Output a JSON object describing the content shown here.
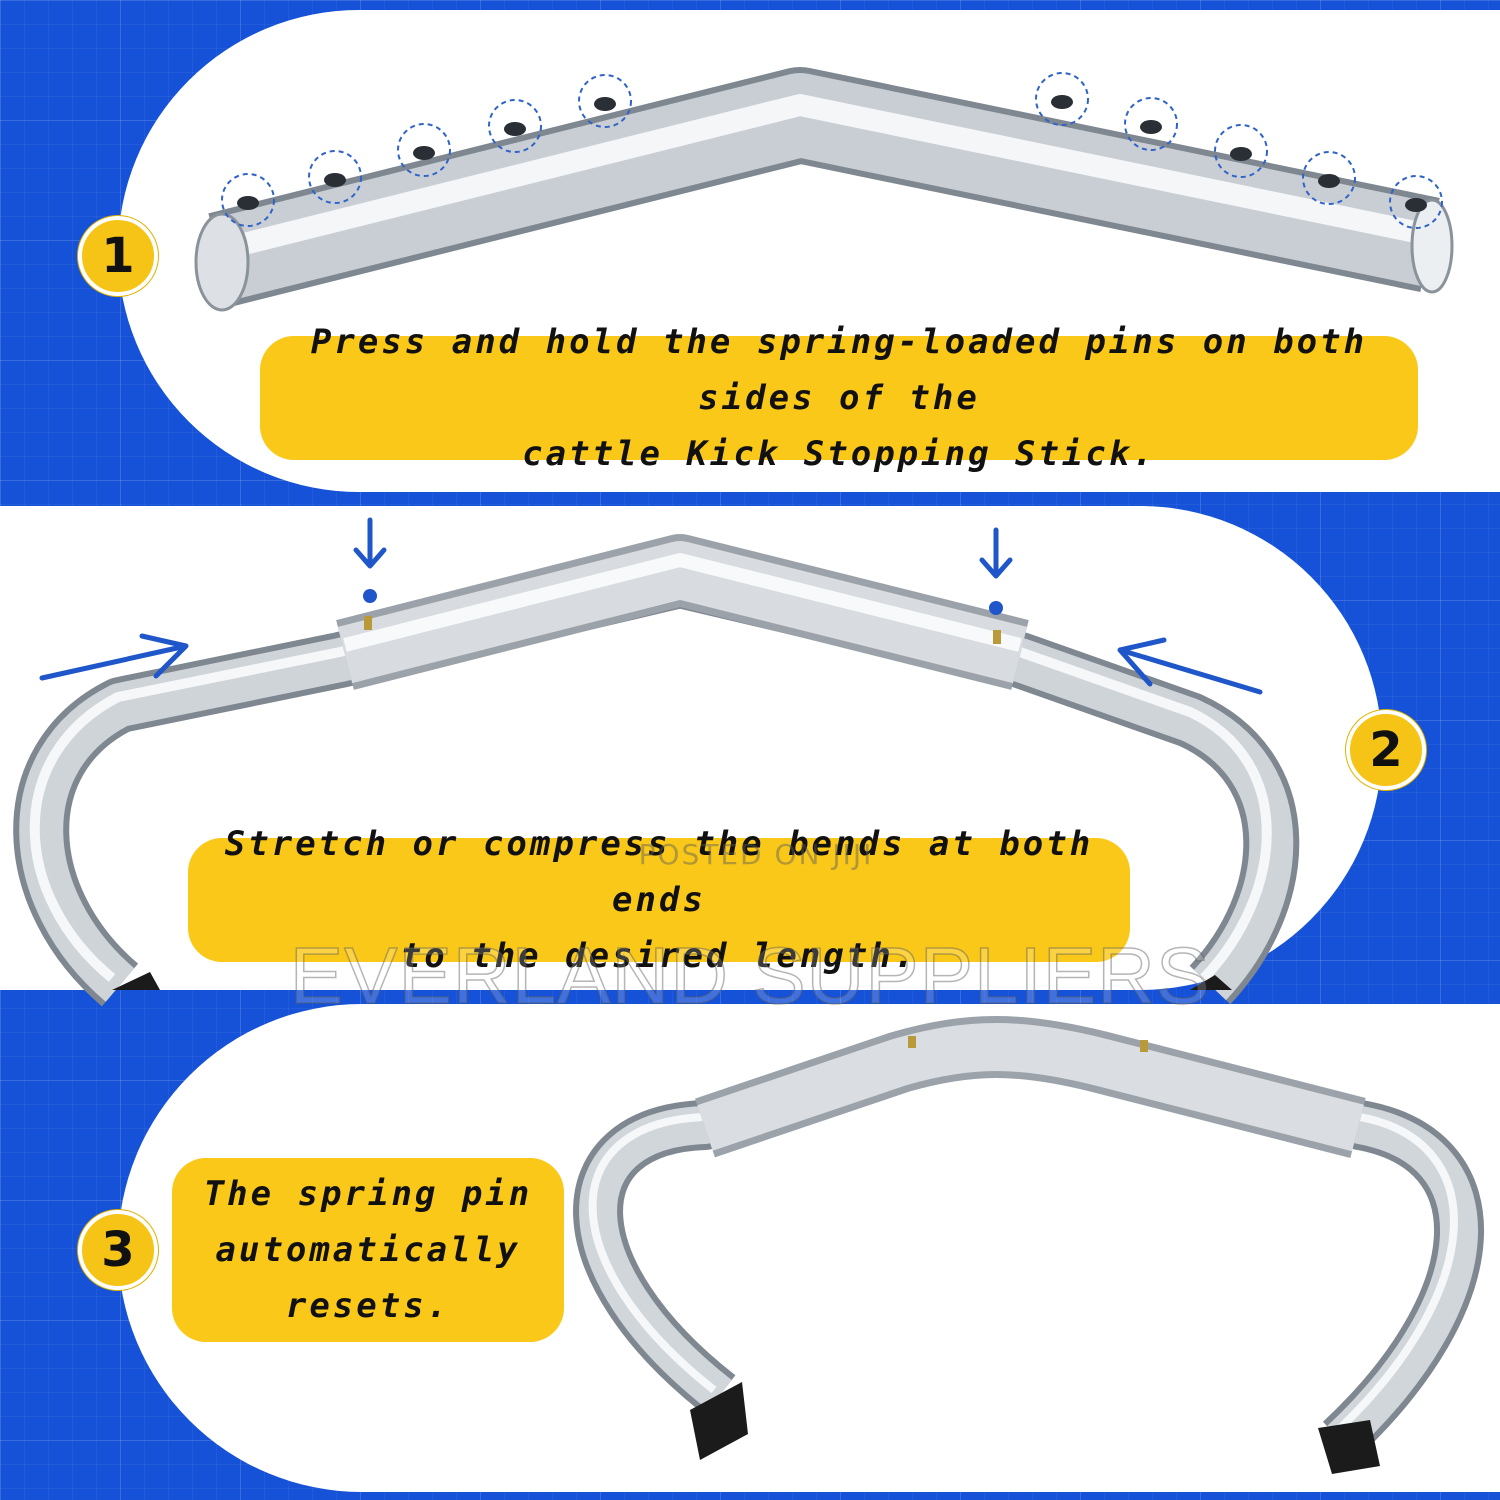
{
  "steps": [
    {
      "number": "1",
      "caption_line1": "Press and hold the spring-loaded pins on both sides of the",
      "caption_line2": "cattle Kick Stopping Stick."
    },
    {
      "number": "2",
      "caption_line1": "Stretch or compress the bends at both ends",
      "caption_line2": "to the desired length."
    },
    {
      "number": "3",
      "caption_line1": "The spring pin",
      "caption_line2": "automatically",
      "caption_line3": "resets."
    }
  ],
  "watermark": {
    "small": "POSTED ON JIJI",
    "large": "EVERLAND SUPPLIERS"
  },
  "colors": {
    "blue": "#1652d8",
    "yellow": "#fac818",
    "arrow": "#1f56c9",
    "white": "#ffffff"
  }
}
